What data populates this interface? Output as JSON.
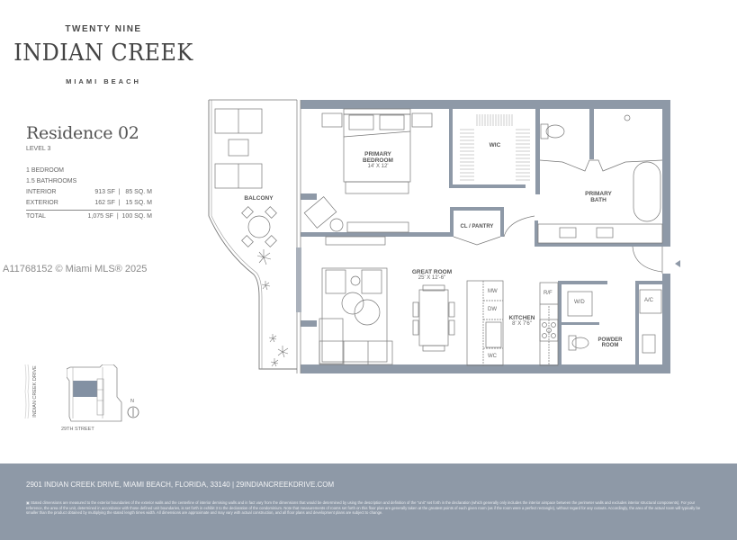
{
  "brand": {
    "line1": "TWENTY NINE",
    "line2": "INDIAN CREEK",
    "line3": "MIAMI BEACH"
  },
  "residence": {
    "title": "Residence 02",
    "level": "LEVEL 3",
    "bedrooms": "1 BEDROOM",
    "bathrooms": "1.5 BATHROOMS",
    "specs": [
      {
        "label": "INTERIOR",
        "value": "913 SF  |   85 SQ. M"
      },
      {
        "label": "EXTERIOR",
        "value": "162 SF  |   15 SQ. M"
      },
      {
        "label": "TOTAL",
        "value": "1,075 SF  |  100 SQ. M"
      }
    ]
  },
  "watermark": "A11768152 © Miami MLS® 2025",
  "keyplan": {
    "street_vertical": "INDIAN CREEK DRIVE",
    "street_horizontal": "29TH STREET",
    "north_label": "N"
  },
  "rooms": {
    "balcony": {
      "name": "BALCONY"
    },
    "bedroom": {
      "name1": "PRIMARY",
      "name2": "BEDROOM",
      "dim": "14' X 12'"
    },
    "wic": {
      "name": "WIC"
    },
    "bath": {
      "name1": "PRIMARY",
      "name2": "BATH"
    },
    "pantry": {
      "name": "CL / PANTRY"
    },
    "great_room": {
      "name": "GREAT ROOM",
      "dim": "25' X 12'-6\""
    },
    "kitchen": {
      "name": "KITCHEN",
      "dim": "8' X 7'6\"",
      "mw": "MW",
      "dw": "DW",
      "wc": "WC",
      "rf": "R/F"
    },
    "wd": "W/D",
    "ac": "A/C",
    "powder": {
      "name1": "POWDER",
      "name2": "ROOM"
    }
  },
  "footer": {
    "address": "2901 INDIAN CREEK DRIVE, MIAMI BEACH, FLORIDA, 33140 | 29INDIANCREEKDRIVE.COM",
    "disclaimer": "Stated dimensions are measured to the exterior boundaries of the exterior walls and the centerline of interior demising walls and in fact vary from the dimensions that would be determined by using the description and definition of the \"unit\" set forth in the declaration (which generally only includes the interior airspace between the perimeter walls and excludes interior structural components). For your reference, the area of the unit, determined in accordance with those defined unit boundaries, is set forth in exhibit 3 to the declaration of the condominium. Note that measurements of rooms set forth on this floor plan are generally taken at the greatest points of each given room (as if the room were a perfect rectangle), without regard for any cutouts. Accordingly, the area of the actual room will typically be smaller than the product obtained by multiplying the stated length times width. All dimensions are approximate and may vary with actual construction, and all floor plans and development plans are subject to change."
  },
  "colors": {
    "wall": "#8e99a7",
    "footer_bg": "#8e99a7",
    "keyplan_highlight": "#8391a3"
  }
}
